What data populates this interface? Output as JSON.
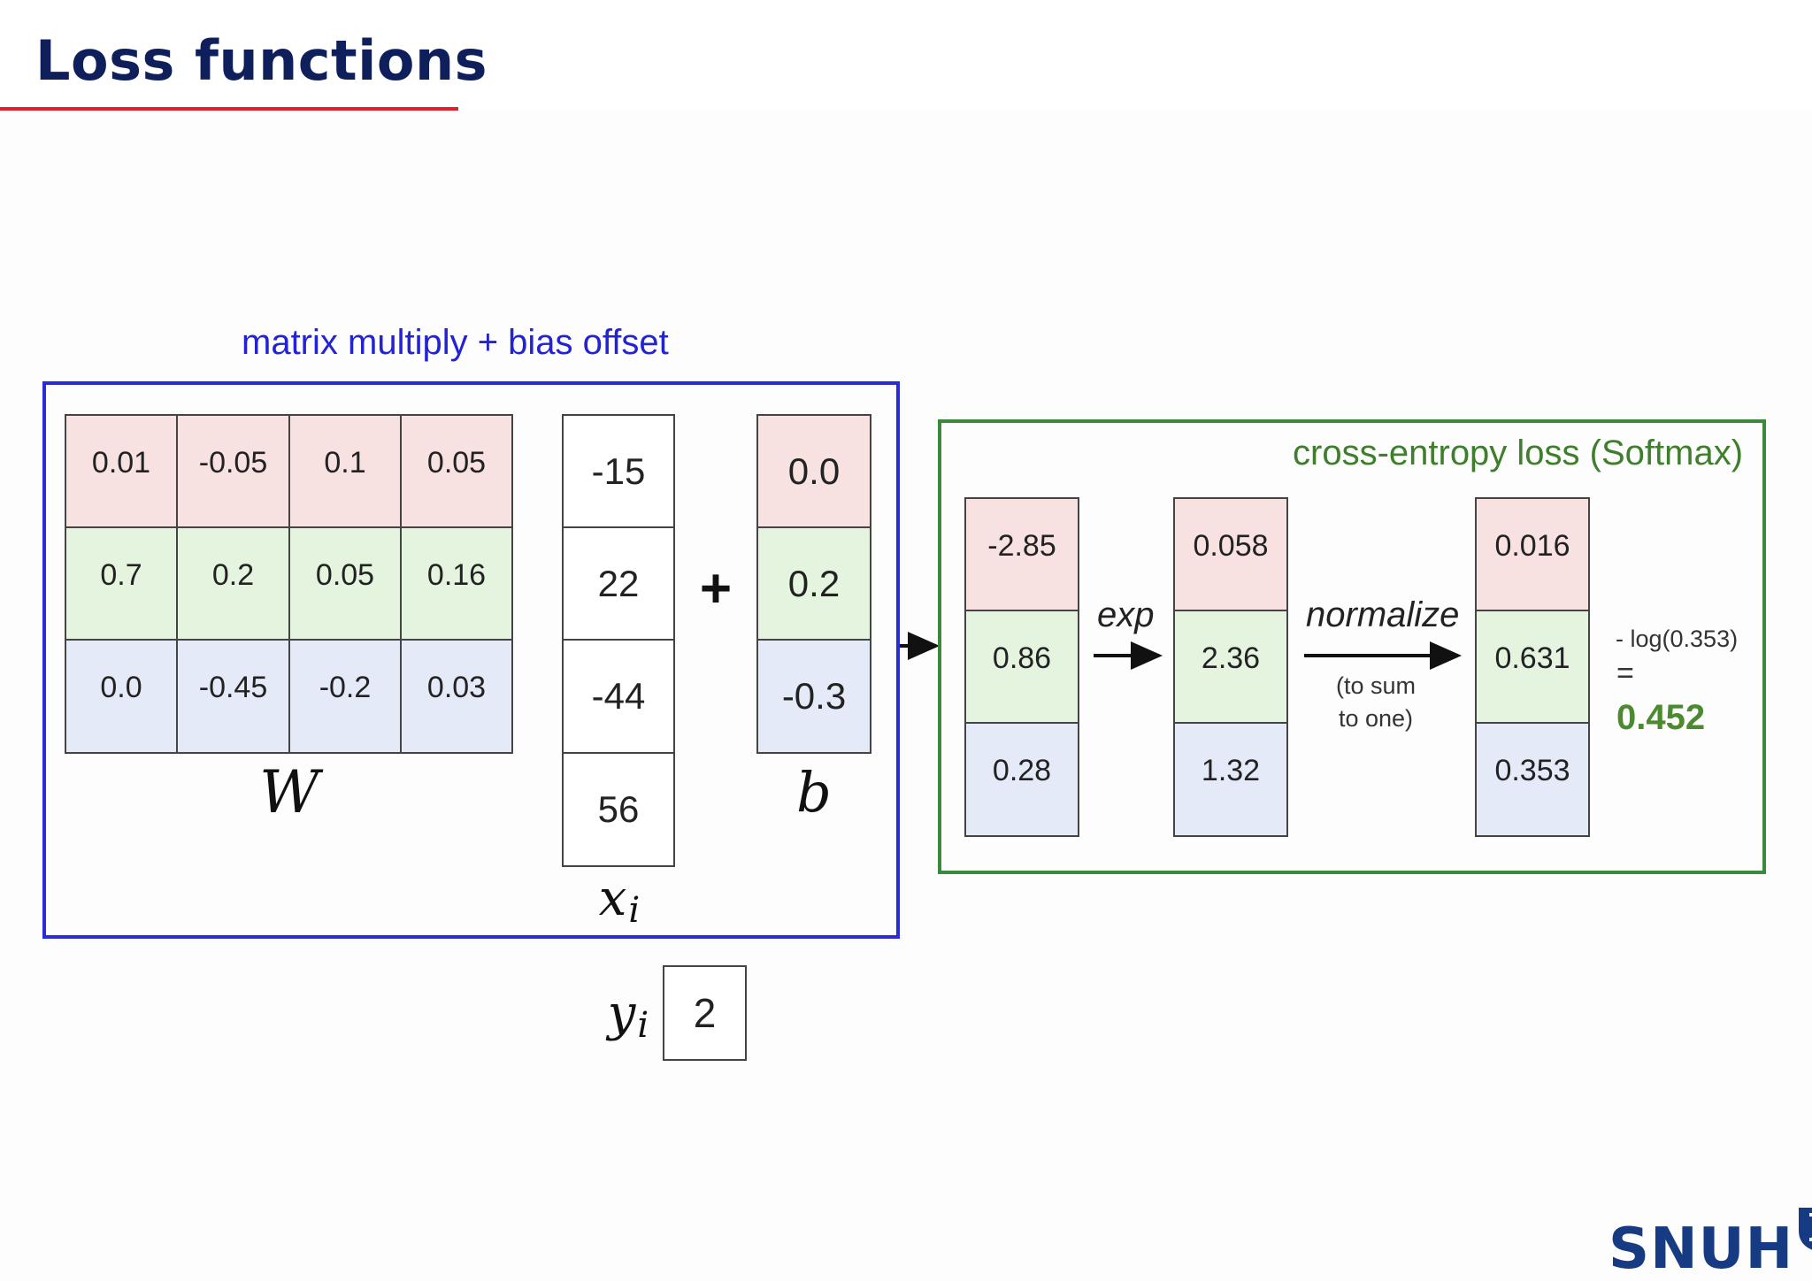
{
  "slide": {
    "title": "Loss functions"
  },
  "diagram": {
    "linear_caption": "matrix multiply + bias offset",
    "softmax_caption": "cross-entropy loss (Softmax)",
    "W": {
      "label": "W",
      "rows": [
        [
          "0.01",
          "-0.05",
          "0.1",
          "0.05"
        ],
        [
          "0.7",
          "0.2",
          "0.05",
          "0.16"
        ],
        [
          "0.0",
          "-0.45",
          "-0.2",
          "0.03"
        ]
      ]
    },
    "x": {
      "label": "x",
      "subscript": "i",
      "values": [
        "-15",
        "22",
        "-44",
        "56"
      ]
    },
    "plus": "+",
    "b": {
      "label": "b",
      "values": [
        "0.0",
        "0.2",
        "-0.3"
      ]
    },
    "y": {
      "label": "y",
      "subscript": "i",
      "value": "2"
    },
    "scores": [
      "-2.85",
      "0.86",
      "0.28"
    ],
    "exp_label": "exp",
    "exp_values": [
      "0.058",
      "2.36",
      "1.32"
    ],
    "normalize_label": "normalize",
    "normalize_note": [
      "(to sum",
      "to one)"
    ],
    "probs": [
      "0.016",
      "0.631",
      "0.353"
    ],
    "loss_expr": "- log(0.353)",
    "equals": "=",
    "loss_value": "0.452"
  },
  "footer": {
    "logo_text": "SNUH"
  },
  "colors": {
    "row_class_0": "#f8e1e1",
    "row_class_1": "#e4f4df",
    "row_class_2": "#e4eaf8",
    "linear_box": "#2a2ad8",
    "softmax_box": "#3b8a3b",
    "title": "#0e1f5b",
    "title_rule": "#e0202a"
  }
}
